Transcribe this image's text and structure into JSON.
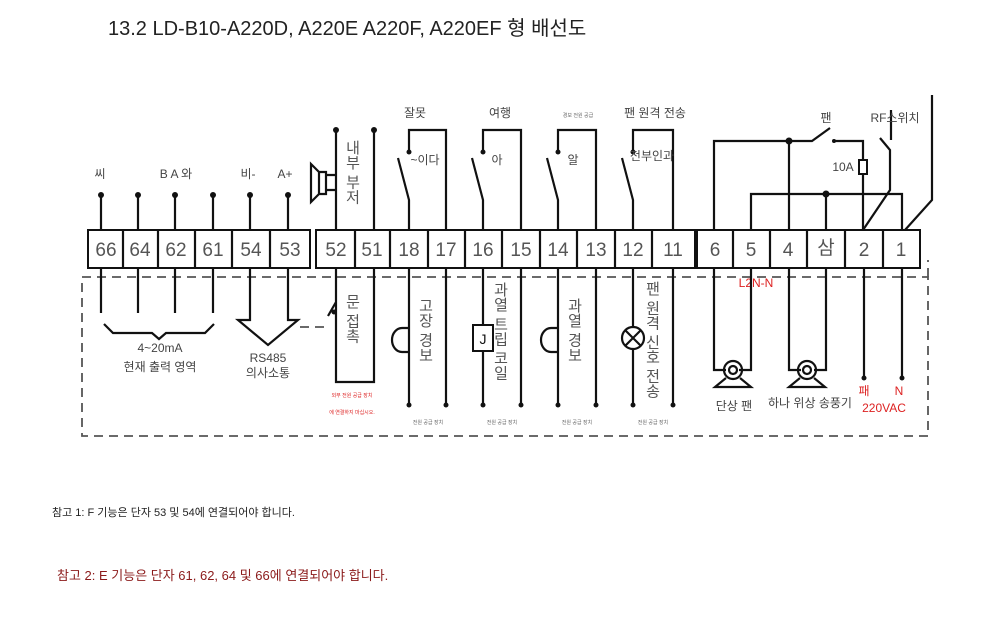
{
  "title": "13.2 LD-B10-A220D, A220E A220F, A220EF 형 배선도",
  "block1": {
    "terminals": [
      "66",
      "64",
      "62",
      "61",
      "54",
      "53"
    ],
    "top_labels": [
      "씨",
      "B A 와",
      "비-",
      "A+"
    ],
    "current_range": "4~20mA",
    "current_label": "현재 출력 영역",
    "rs485": "RS485",
    "rs485_label": "의사소통"
  },
  "block2": {
    "terminals": [
      "52",
      "51",
      "18",
      "17",
      "16",
      "15",
      "14",
      "13",
      "12",
      "11"
    ],
    "buzzer_label": "내부 부저",
    "relay_titles": [
      "잘못",
      "여행",
      "경보 전원 공급",
      "팬 원격 전송"
    ],
    "relay_inner": [
      "~이다",
      "아",
      "알",
      "전부인과"
    ],
    "door_label": "문 접촉",
    "bottom_labels": [
      "고장 경보",
      "과열 트립 코일",
      "과열 경보",
      "팬 원격 신호 전송"
    ],
    "supply_label": "전원 공급 장치",
    "warning_1": "외부 전원 공급 장치",
    "warning_2": "에 연결하지 마십시오."
  },
  "block3": {
    "terminals": [
      "6",
      "5",
      "4",
      "삼",
      "2",
      "1"
    ],
    "fan_switch": "팬",
    "rf_switch": "RF스위치",
    "fuse": "10A",
    "l2n": "L2N-N",
    "single_fan": "단상 팬",
    "blower": "하나 위상 송풍기",
    "L": "패",
    "N": "N",
    "voltage": "220VAC"
  },
  "notes": {
    "note1": "참고 1: F 기능은 단자 53 및 54에 연결되어야 합니다.",
    "note2": "참고 2: E 기능은 단자 61, 62, 64 및 66에 연결되어야 합니다."
  },
  "colors": {
    "warning": "#dd2222",
    "note2": "#8b1a1a"
  }
}
